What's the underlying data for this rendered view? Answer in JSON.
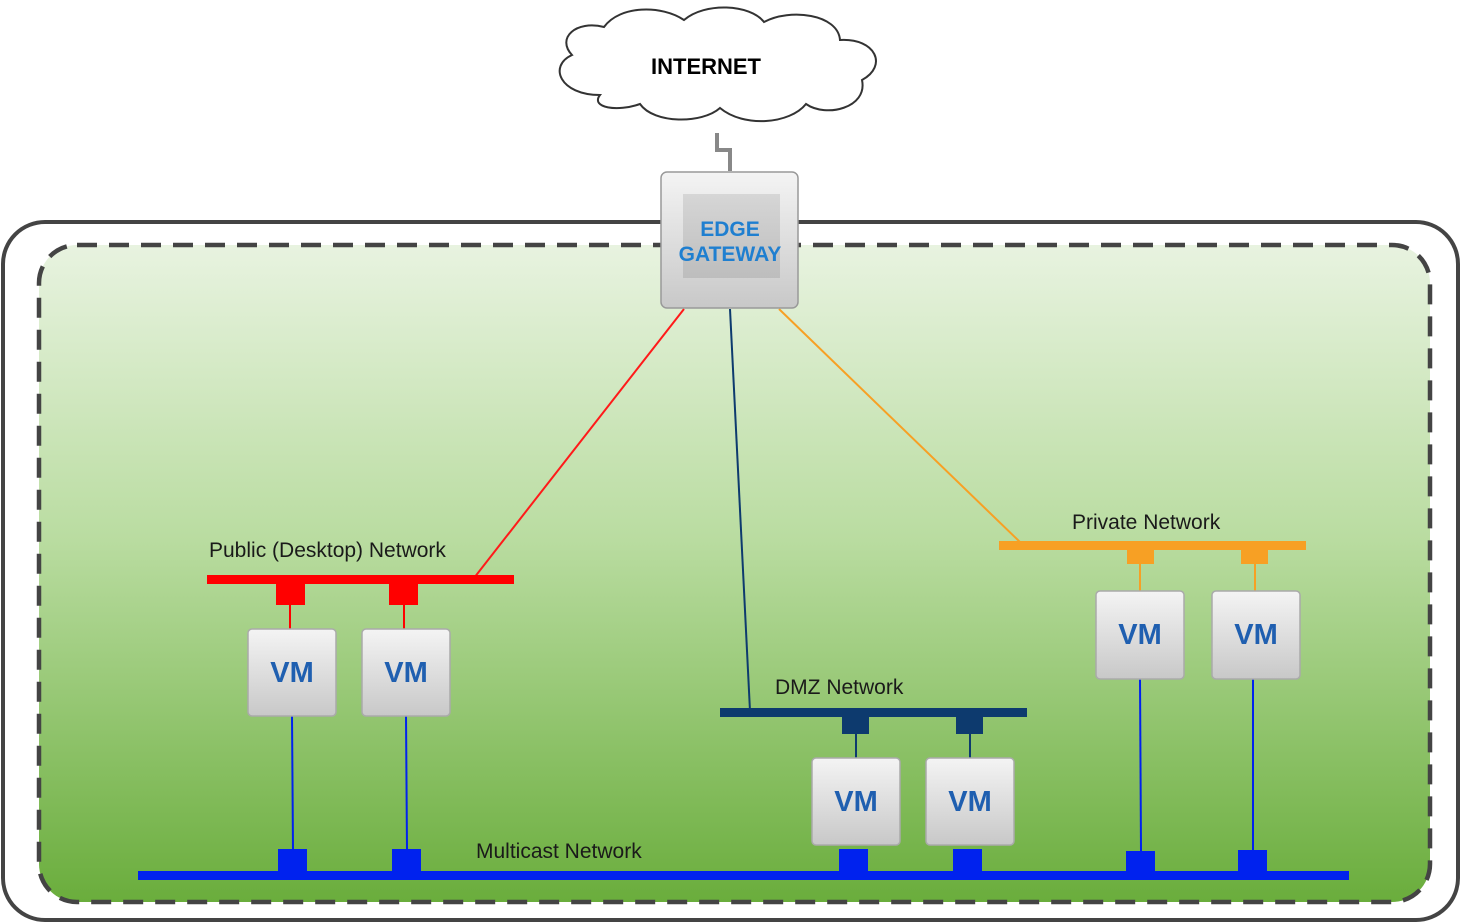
{
  "internet": {
    "label": "INTERNET"
  },
  "gateway": {
    "line1": "EDGE",
    "line2": "GATEWAY"
  },
  "networks": {
    "public": {
      "label": "Public (Desktop) Network",
      "color": "#ff0000"
    },
    "dmz": {
      "label": "DMZ Network",
      "color": "#0d3a6e"
    },
    "private": {
      "label": "Private Network",
      "color": "#f7a024"
    },
    "multicast": {
      "label": "Multicast Network",
      "color": "#0022ee"
    }
  },
  "vms": [
    {
      "label": "VM",
      "network": "public"
    },
    {
      "label": "VM",
      "network": "public"
    },
    {
      "label": "VM",
      "network": "dmz"
    },
    {
      "label": "VM",
      "network": "dmz"
    },
    {
      "label": "VM",
      "network": "private"
    },
    {
      "label": "VM",
      "network": "private"
    }
  ]
}
